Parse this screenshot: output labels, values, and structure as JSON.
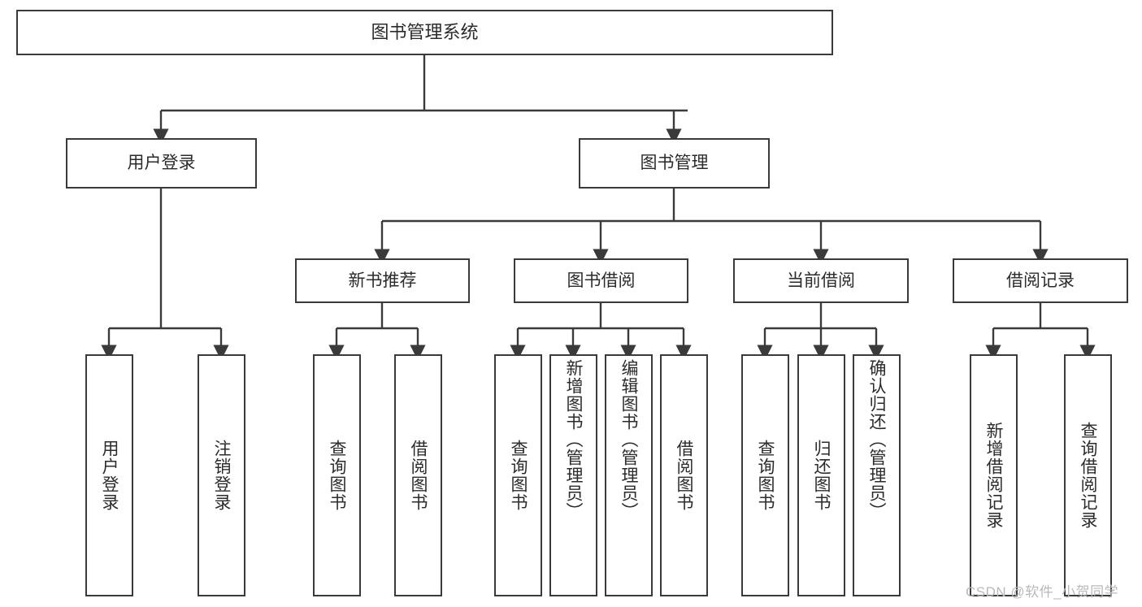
{
  "diagram": {
    "title": "图书管理系统",
    "type": "functional-structure-tree",
    "watermark": "CSDN @软件_小贺同学",
    "colors": {
      "box_border": "#3a3a3a",
      "box_fill": "#ffffff",
      "edge": "#3a3a3a",
      "text": "#2b2b2b",
      "watermark": "#b9b9b9",
      "background": "#ffffff"
    },
    "root": {
      "label": "图书管理系统"
    },
    "level2": [
      {
        "label": "用户登录"
      },
      {
        "label": "图书管理"
      }
    ],
    "level3": [
      {
        "label": "新书推荐"
      },
      {
        "label": "图书借阅"
      },
      {
        "label": "当前借阅"
      },
      {
        "label": "借阅记录"
      }
    ],
    "leaves": {
      "user_login": [
        {
          "label": "用户登录"
        },
        {
          "label": "注销登录"
        }
      ],
      "new_book_recommend": [
        {
          "label": "查询图书"
        },
        {
          "label": "借阅图书"
        }
      ],
      "book_borrow": [
        {
          "label": "查询图书"
        },
        {
          "label": "新增图书（管理员）"
        },
        {
          "label": "编辑图书（管理员）"
        },
        {
          "label": "借阅图书"
        }
      ],
      "current_borrow": [
        {
          "label": "查询图书"
        },
        {
          "label": "归还图书"
        },
        {
          "label": "确认归还（管理员）"
        }
      ],
      "borrow_record": [
        {
          "label": "新增借阅记录"
        },
        {
          "label": "查询借阅记录"
        }
      ]
    }
  }
}
